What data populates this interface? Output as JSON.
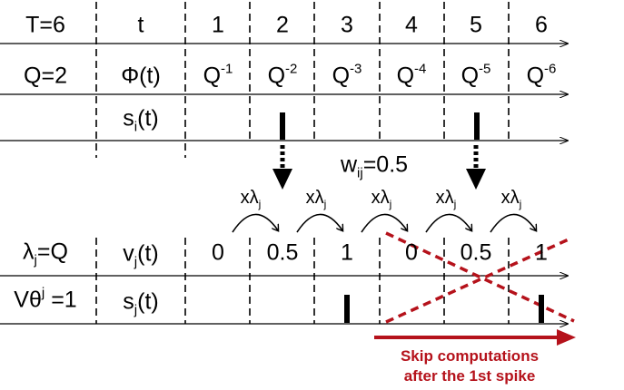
{
  "rows": {
    "time": {
      "param": "T=6",
      "name": "t",
      "cells": [
        "1",
        "2",
        "3",
        "4",
        "5",
        "6"
      ]
    },
    "phase": {
      "param_base": "Q=2",
      "name": "Φ(t)",
      "base": "Q",
      "cell_exponents": [
        "-1",
        "-2",
        "-3",
        "-4",
        "-5",
        "-6"
      ]
    },
    "input_spikes": {
      "name_base": "s",
      "name_sub": "i",
      "name_suffix": "(t)",
      "spike_steps": [
        2,
        5
      ]
    },
    "membrane": {
      "param_base": "λ",
      "param_sub": "j",
      "param_suffix": "=Q",
      "name_base": "v",
      "name_sub": "j",
      "name_suffix": "(t)",
      "cells": [
        "0",
        "0.5",
        "1",
        "0",
        "0.5",
        "1"
      ]
    },
    "output_spikes": {
      "param_base": "Vθ",
      "param_sup": "j",
      "param_suffix": " =1",
      "name_base": "s",
      "name_sub": "j",
      "name_suffix": "(t)",
      "spike_steps": [
        3,
        6
      ]
    }
  },
  "weight": {
    "base": "w",
    "sub": "ij",
    "value": "=0.5"
  },
  "multiplier": {
    "prefix": "x",
    "base": "λ",
    "sub": "j",
    "count": 5
  },
  "skip_note": {
    "line1": "Skip computations",
    "line2": "after the 1st spike"
  },
  "colors": {
    "ink": "#000000",
    "accent": "#b5121b"
  }
}
